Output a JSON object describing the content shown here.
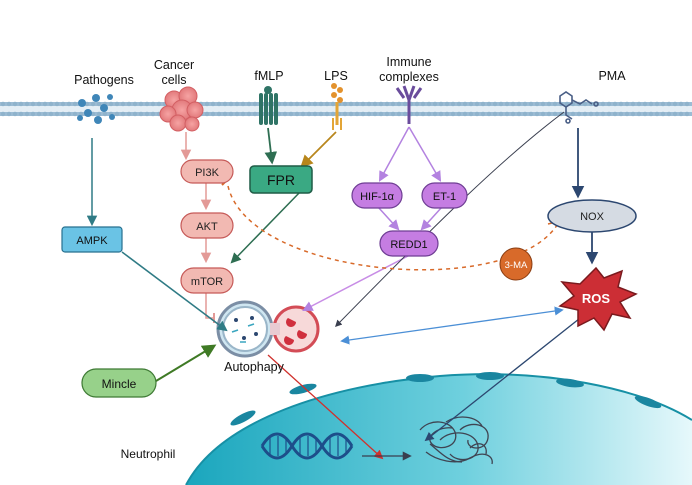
{
  "stimuli": {
    "pathogens": "Pathogens",
    "cancer_cells_line1": "Cancer",
    "cancer_cells_line2": "cells",
    "fmlp": "fMLP",
    "lps": "LPS",
    "immune_complexes_line1": "Immune",
    "immune_complexes_line2": "complexes",
    "pma": "PMA"
  },
  "nodes": {
    "pi3k": "PI3K",
    "akt": "AKT",
    "mtor": "mTOR",
    "fpr": "FPR",
    "ampk": "AMPK",
    "hif1a": "HIF-1α",
    "et1": "ET-1",
    "redd1": "REDD1",
    "nox": "NOX",
    "three_ma": "3-MA",
    "ros": "ROS",
    "mincle": "Mincle"
  },
  "labels": {
    "autophagy": "Autophapy",
    "neutrophil": "Neutrophil"
  },
  "colors": {
    "membrane": "#aac8dc",
    "membrane_dark": "#7fa3bd",
    "nucleus": "#2bb3c8",
    "pink_node": "#f2b9b2",
    "pink_stroke": "#c65a58",
    "teal_node": "#3aa983",
    "purple_node": "#c57de2",
    "navy": "#2c4770",
    "ros_red": "#cc2e35",
    "orange": "#d86a2a",
    "mincle_green": "#97d18a"
  }
}
